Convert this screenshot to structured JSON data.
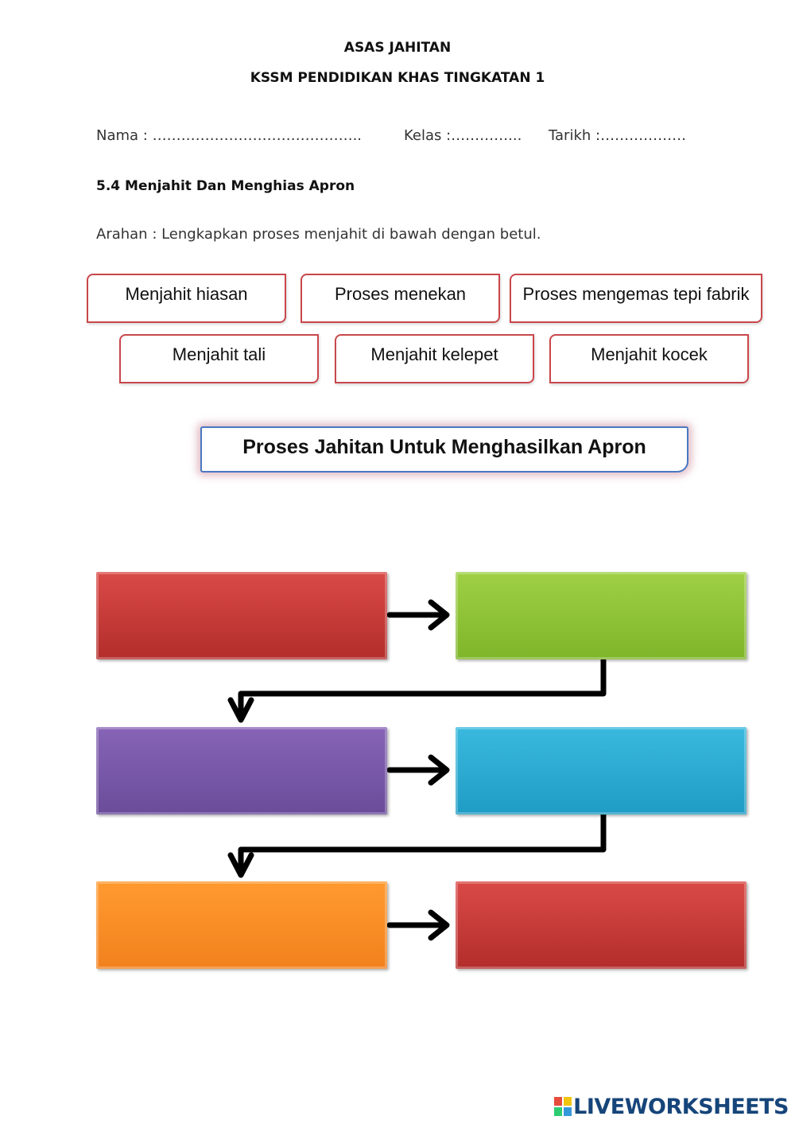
{
  "header": {
    "title": "ASAS JAHITAN",
    "subtitle": "KSSM PENDIDIKAN KHAS TINGKATAN 1"
  },
  "info_line": {
    "nama": "Nama : ……………………………………..",
    "kelas": "Kelas :…………...",
    "tarikh": "Tarikh :………………"
  },
  "section_title": "5.4 Menjahit Dan Menghias Apron",
  "instruction": "Arahan : Lengkapkan proses menjahit di bawah dengan betul.",
  "word_bank": [
    "Menjahit hiasan",
    "Proses menekan",
    "Proses mengemas tepi fabrik",
    "Menjahit tali",
    "Menjahit kelepet",
    "Menjahit kocek"
  ],
  "flow_title": "Proses Jahitan Untuk Menghasilkan Apron",
  "flow_boxes": [
    {
      "color": "#c53a38",
      "value": ""
    },
    {
      "color": "#8fc23a",
      "value": ""
    },
    {
      "color": "#7857a8",
      "value": ""
    },
    {
      "color": "#2aaad1",
      "value": ""
    },
    {
      "color": "#f88c27",
      "value": ""
    },
    {
      "color": "#c53a38",
      "value": ""
    }
  ],
  "watermark": {
    "logo_text": "LIVEWORKSHEETS",
    "logo_colors": [
      "#e74c3c",
      "#f1c40f",
      "#2ecc71",
      "#3498db"
    ]
  }
}
